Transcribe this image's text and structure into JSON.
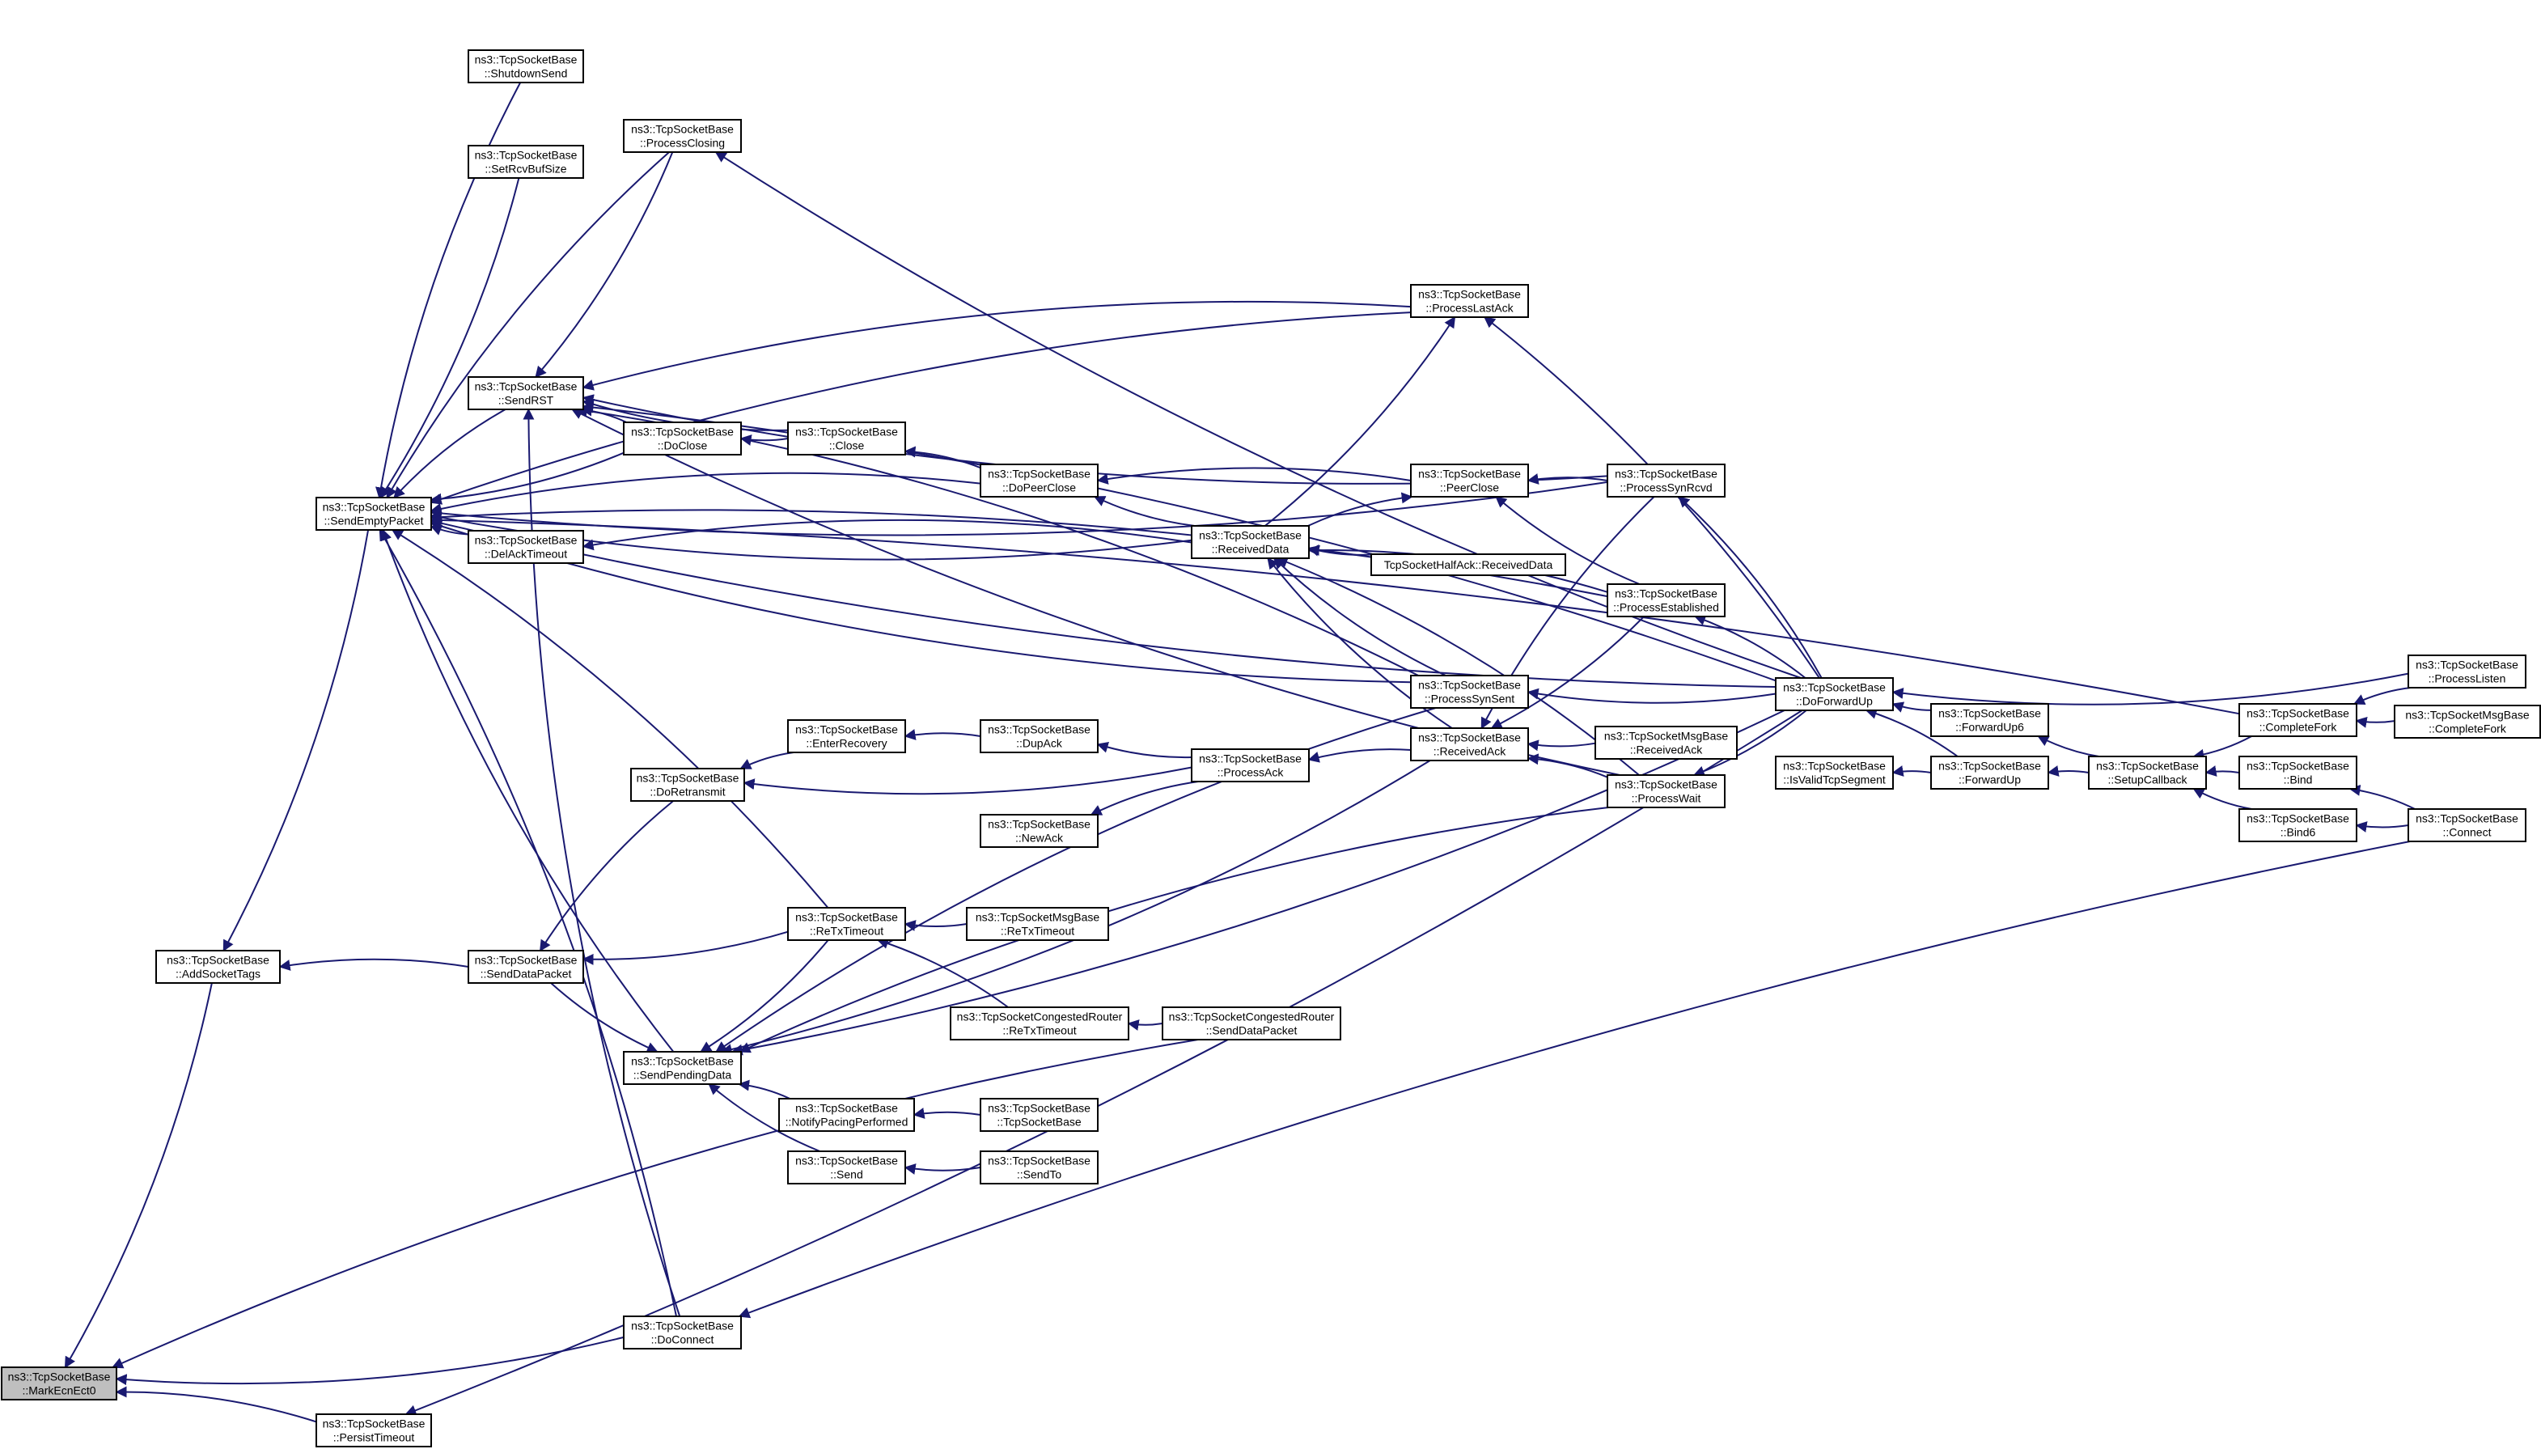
{
  "colors": {
    "edge": "#191970",
    "node_border": "#000000",
    "node_fill": "#ffffff",
    "focus_fill": "#bfbfbf",
    "background": "#ffffff"
  },
  "nodes": [
    {
      "id": "mark",
      "lines": [
        "ns3::TcpSocketBase",
        "::MarkEcnEct0"
      ],
      "focus": true
    },
    {
      "id": "addtags",
      "lines": [
        "ns3::TcpSocketBase",
        "::AddSocketTags"
      ]
    },
    {
      "id": "persist",
      "lines": [
        "ns3::TcpSocketBase",
        "::PersistTimeout"
      ]
    },
    {
      "id": "sendempty",
      "lines": [
        "ns3::TcpSocketBase",
        "::SendEmptyPacket"
      ]
    },
    {
      "id": "shutdown",
      "lines": [
        "ns3::TcpSocketBase",
        "::ShutdownSend"
      ]
    },
    {
      "id": "setrcv",
      "lines": [
        "ns3::TcpSocketBase",
        "::SetRcvBufSize"
      ]
    },
    {
      "id": "sendrst",
      "lines": [
        "ns3::TcpSocketBase",
        "::SendRST"
      ]
    },
    {
      "id": "delack",
      "lines": [
        "ns3::TcpSocketBase",
        "::DelAckTimeout"
      ]
    },
    {
      "id": "senddata",
      "lines": [
        "ns3::TcpSocketBase",
        "::SendDataPacket"
      ]
    },
    {
      "id": "procclosing",
      "lines": [
        "ns3::TcpSocketBase",
        "::ProcessClosing"
      ]
    },
    {
      "id": "doclose",
      "lines": [
        "ns3::TcpSocketBase",
        "::DoClose"
      ]
    },
    {
      "id": "doretrans",
      "lines": [
        "ns3::TcpSocketBase",
        "::DoRetransmit"
      ]
    },
    {
      "id": "sendpending",
      "lines": [
        "ns3::TcpSocketBase",
        "::SendPendingData"
      ]
    },
    {
      "id": "doconnect",
      "lines": [
        "ns3::TcpSocketBase",
        "::DoConnect"
      ]
    },
    {
      "id": "close",
      "lines": [
        "ns3::TcpSocketBase",
        "::Close"
      ]
    },
    {
      "id": "enterrec",
      "lines": [
        "ns3::TcpSocketBase",
        "::EnterRecovery"
      ]
    },
    {
      "id": "retx",
      "lines": [
        "ns3::TcpSocketBase",
        "::ReTxTimeout"
      ]
    },
    {
      "id": "notify",
      "lines": [
        "ns3::TcpSocketBase",
        "::NotifyPacingPerformed"
      ]
    },
    {
      "id": "send",
      "lines": [
        "ns3::TcpSocketBase",
        "::Send"
      ]
    },
    {
      "id": "dopeerclose",
      "lines": [
        "ns3::TcpSocketBase",
        "::DoPeerClose"
      ]
    },
    {
      "id": "dupack",
      "lines": [
        "ns3::TcpSocketBase",
        "::DupAck"
      ]
    },
    {
      "id": "newack",
      "lines": [
        "ns3::TcpSocketBase",
        "::NewAck"
      ]
    },
    {
      "id": "msgretx",
      "lines": [
        "ns3::TcpSocketMsgBase",
        "::ReTxTimeout"
      ]
    },
    {
      "id": "congretx",
      "lines": [
        "ns3::TcpSocketCongestedRouter",
        "::ReTxTimeout"
      ]
    },
    {
      "id": "tcpbase",
      "lines": [
        "ns3::TcpSocketBase",
        "::TcpSocketBase"
      ]
    },
    {
      "id": "sendto",
      "lines": [
        "ns3::TcpSocketBase",
        "::SendTo"
      ]
    },
    {
      "id": "recvdata",
      "lines": [
        "ns3::TcpSocketBase",
        "::ReceivedData"
      ]
    },
    {
      "id": "processack",
      "lines": [
        "ns3::TcpSocketBase",
        "::ProcessAck"
      ]
    },
    {
      "id": "congsend",
      "lines": [
        "ns3::TcpSocketCongestedRouter",
        "::SendDataPacket"
      ]
    },
    {
      "id": "proclastack",
      "lines": [
        "ns3::TcpSocketBase",
        "::ProcessLastAck"
      ]
    },
    {
      "id": "peerclose",
      "lines": [
        "ns3::TcpSocketBase",
        "::PeerClose"
      ]
    },
    {
      "id": "halfack",
      "lines": [
        "TcpSocketHalfAck::ReceivedData"
      ]
    },
    {
      "id": "procsynsent",
      "lines": [
        "ns3::TcpSocketBase",
        "::ProcessSynSent"
      ]
    },
    {
      "id": "recvack",
      "lines": [
        "ns3::TcpSocketBase",
        "::ReceivedAck"
      ]
    },
    {
      "id": "procsynrcvd",
      "lines": [
        "ns3::TcpSocketBase",
        "::ProcessSynRcvd"
      ]
    },
    {
      "id": "procest",
      "lines": [
        "ns3::TcpSocketBase",
        "::ProcessEstablished"
      ]
    },
    {
      "id": "msgrecvack",
      "lines": [
        "ns3::TcpSocketMsgBase",
        "::ReceivedAck"
      ]
    },
    {
      "id": "procwait",
      "lines": [
        "ns3::TcpSocketBase",
        "::ProcessWait"
      ]
    },
    {
      "id": "doforward",
      "lines": [
        "ns3::TcpSocketBase",
        "::DoForwardUp"
      ]
    },
    {
      "id": "isvalid",
      "lines": [
        "ns3::TcpSocketBase",
        "::IsValidTcpSegment"
      ]
    },
    {
      "id": "forwardup6",
      "lines": [
        "ns3::TcpSocketBase",
        "::ForwardUp6"
      ]
    },
    {
      "id": "forwardup",
      "lines": [
        "ns3::TcpSocketBase",
        "::ForwardUp"
      ]
    },
    {
      "id": "setupcb",
      "lines": [
        "ns3::TcpSocketBase",
        "::SetupCallback"
      ]
    },
    {
      "id": "completefork",
      "lines": [
        "ns3::TcpSocketBase",
        "::CompleteFork"
      ]
    },
    {
      "id": "bind",
      "lines": [
        "ns3::TcpSocketBase",
        "::Bind"
      ]
    },
    {
      "id": "bind6",
      "lines": [
        "ns3::TcpSocketBase",
        "::Bind6"
      ]
    },
    {
      "id": "proclisten",
      "lines": [
        "ns3::TcpSocketBase",
        "::ProcessListen"
      ]
    },
    {
      "id": "msgcomplete",
      "lines": [
        "ns3::TcpSocketMsgBase",
        "::CompleteFork"
      ]
    },
    {
      "id": "connect",
      "lines": [
        "ns3::TcpSocketBase",
        "::Connect"
      ]
    }
  ],
  "edges": [
    [
      "addtags",
      "mark"
    ],
    [
      "persist",
      "mark"
    ],
    [
      "sendempty",
      "addtags"
    ],
    [
      "senddata",
      "addtags"
    ],
    [
      "doconnect",
      "mark"
    ],
    [
      "congsend",
      "mark"
    ],
    [
      "doforward",
      "persist"
    ],
    [
      "shutdown",
      "sendempty"
    ],
    [
      "setrcv",
      "sendempty"
    ],
    [
      "sendrst",
      "sendempty"
    ],
    [
      "delack",
      "sendempty"
    ],
    [
      "procclosing",
      "sendempty"
    ],
    [
      "doclose",
      "sendempty"
    ],
    [
      "dopeerclose",
      "sendempty"
    ],
    [
      "recvdata",
      "sendempty"
    ],
    [
      "proclastack",
      "sendempty"
    ],
    [
      "procsynrcvd",
      "sendempty"
    ],
    [
      "procest",
      "sendempty"
    ],
    [
      "procsynsent",
      "sendempty"
    ],
    [
      "retx",
      "sendempty"
    ],
    [
      "sendpending",
      "sendempty"
    ],
    [
      "doconnect",
      "sendempty"
    ],
    [
      "doforward",
      "sendempty"
    ],
    [
      "completefork",
      "sendempty"
    ],
    [
      "procclosing",
      "sendrst"
    ],
    [
      "doclose",
      "sendrst"
    ],
    [
      "close",
      "sendrst"
    ],
    [
      "proclastack",
      "sendrst"
    ],
    [
      "procsynrcvd",
      "sendrst"
    ],
    [
      "procsynsent",
      "sendrst"
    ],
    [
      "procwait",
      "sendrst"
    ],
    [
      "doforward",
      "sendrst"
    ],
    [
      "doconnect",
      "sendrst"
    ],
    [
      "recvdata",
      "delack"
    ],
    [
      "close",
      "doclose"
    ],
    [
      "dopeerclose",
      "close"
    ],
    [
      "doforward",
      "procclosing"
    ],
    [
      "enterrec",
      "doretrans"
    ],
    [
      "processack",
      "doretrans"
    ],
    [
      "doretrans",
      "senddata"
    ],
    [
      "retx",
      "senddata"
    ],
    [
      "senddata",
      "sendpending"
    ],
    [
      "retx",
      "sendpending"
    ],
    [
      "dupack",
      "enterrec"
    ],
    [
      "processack",
      "dupack"
    ],
    [
      "processack",
      "newack"
    ],
    [
      "msgretx",
      "retx"
    ],
    [
      "congretx",
      "retx"
    ],
    [
      "congsend",
      "congretx"
    ],
    [
      "notify",
      "sendpending"
    ],
    [
      "send",
      "sendpending"
    ],
    [
      "tcpbase",
      "notify"
    ],
    [
      "sendto",
      "send"
    ],
    [
      "procwait",
      "sendpending"
    ],
    [
      "recvack",
      "sendpending"
    ],
    [
      "procsynsent",
      "sendpending"
    ],
    [
      "doforward",
      "sendpending"
    ],
    [
      "peerclose",
      "dopeerclose"
    ],
    [
      "recvdata",
      "dopeerclose"
    ],
    [
      "recvack",
      "processack"
    ],
    [
      "halfack",
      "recvdata"
    ],
    [
      "procest",
      "recvdata"
    ],
    [
      "procsynsent",
      "recvdata"
    ],
    [
      "procwait",
      "recvdata"
    ],
    [
      "recvack",
      "recvdata"
    ],
    [
      "recvdata",
      "proclastack"
    ],
    [
      "recvdata",
      "peerclose"
    ],
    [
      "procsynrcvd",
      "peerclose"
    ],
    [
      "procest",
      "peerclose"
    ],
    [
      "doforward",
      "proclastack"
    ],
    [
      "msgrecvack",
      "recvack"
    ],
    [
      "procwait",
      "recvack"
    ],
    [
      "procest",
      "recvack"
    ],
    [
      "procsynrcvd",
      "recvack"
    ],
    [
      "doforward",
      "procsynsent"
    ],
    [
      "doforward",
      "procest"
    ],
    [
      "doforward",
      "procwait"
    ],
    [
      "doforward",
      "procsynrcvd"
    ],
    [
      "forwardup6",
      "doforward"
    ],
    [
      "forwardup",
      "doforward"
    ],
    [
      "proclisten",
      "doforward"
    ],
    [
      "forwardup",
      "isvalid"
    ],
    [
      "setupcb",
      "forwardup6"
    ],
    [
      "setupcb",
      "forwardup"
    ],
    [
      "completefork",
      "setupcb"
    ],
    [
      "bind",
      "setupcb"
    ],
    [
      "bind6",
      "setupcb"
    ],
    [
      "proclisten",
      "completefork"
    ],
    [
      "msgcomplete",
      "completefork"
    ],
    [
      "connect",
      "bind"
    ],
    [
      "connect",
      "bind6"
    ],
    [
      "connect",
      "doconnect"
    ]
  ]
}
